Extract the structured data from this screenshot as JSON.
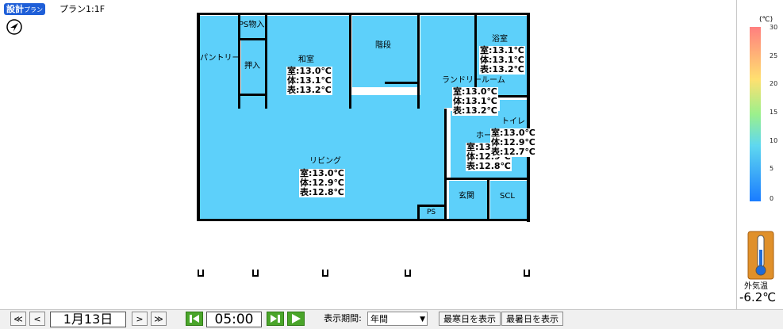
{
  "header": {
    "badge_main": "設計",
    "badge_sub": "プラン",
    "plan_label": "プラン1:1F"
  },
  "rooms": {
    "pantry": "パントリー",
    "ps_storage": "PS物入",
    "oshiire": "押入",
    "washitsu": {
      "name": "和室",
      "room": "室:13.0℃",
      "body": "体:13.1℃",
      "surface": "表:13.2℃"
    },
    "stairs": "階段",
    "bath": {
      "name": "浴室",
      "room": "室:13.1℃",
      "body": "体:13.1℃",
      "surface": "表:13.2℃"
    },
    "laundry": {
      "name": "ランドリールーム",
      "room": "室:13.0℃",
      "body": "体:13.1℃",
      "surface": "表:13.2℃"
    },
    "hall": {
      "name": "ホール",
      "room": "室:13.0℃",
      "body": "体:12.9℃",
      "surface": "表:12.8℃"
    },
    "toilet": {
      "name": "トイレ",
      "room": "室:13.0℃",
      "body": "体:12.9℃",
      "surface": "表:12.7℃"
    },
    "living": {
      "name": "リビング",
      "room": "室:13.0℃",
      "body": "体:12.9℃",
      "surface": "表:12.8℃"
    },
    "ps": "PS",
    "entrance": "玄関",
    "scl": "SCL"
  },
  "scale": {
    "unit": "(℃)",
    "ticks": [
      "30",
      "25",
      "20",
      "15",
      "10",
      "5",
      "0"
    ],
    "colors": {
      "hot": "#ff7f7f",
      "cold": "#1a7cff"
    }
  },
  "outdoor": {
    "label": "外気温",
    "temp": "-6.2℃"
  },
  "controls": {
    "first": "≪",
    "prev": "<",
    "date": "1月13日",
    "next": ">",
    "last": "≫",
    "time": "05:00",
    "period_label": "表示期間:",
    "period_value": "年間",
    "coldest_button": "最寒日を表示",
    "hottest_button": "最暑日を表示"
  }
}
